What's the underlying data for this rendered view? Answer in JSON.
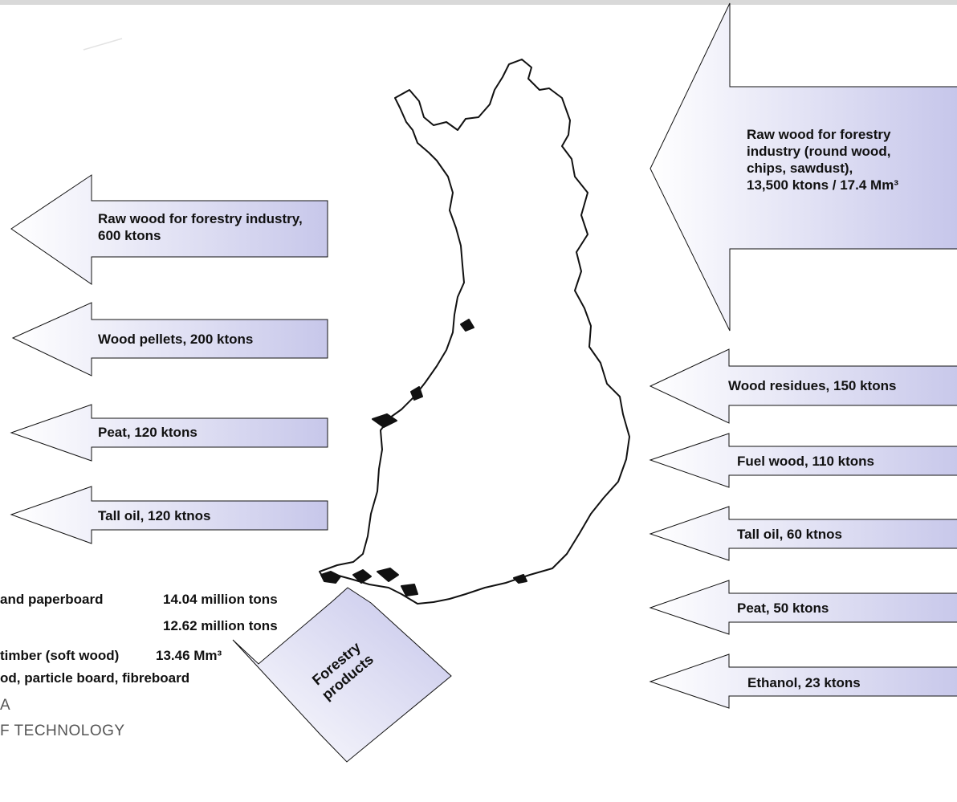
{
  "left_arrows": [
    {
      "label": "Raw wood for forestry industry, 600 ktons"
    },
    {
      "label": "Wood pellets, 200 ktons"
    },
    {
      "label": "Peat, 120 ktons"
    },
    {
      "label": "Tall oil, 120 ktnos"
    }
  ],
  "right_arrows": {
    "big": {
      "line1": "Raw wood for forestry",
      "line2": "industry (round wood,",
      "line3": "chips, sawdust),",
      "line4": "13,500 ktons / 17.4  Mm³"
    },
    "items": [
      {
        "label": "Wood residues, 150 ktons"
      },
      {
        "label": "Fuel wood, 110 ktons"
      },
      {
        "label": "Tall oil, 60 ktnos"
      },
      {
        "label": "Peat, 50 ktons"
      },
      {
        "label": "Ethanol, 23 ktons"
      }
    ]
  },
  "forestry_arrow": {
    "line1": "Forestry",
    "line2": "products"
  },
  "products": [
    {
      "name": "and paperboard",
      "value": "14.04 million tons"
    },
    {
      "name": "",
      "value": "12.62 million tons"
    },
    {
      "name": "timber (soft wood)",
      "value": "13.46 Mm³"
    },
    {
      "name": "od, particle board, fibreboard",
      "value": ""
    }
  ],
  "organization": {
    "line1": "A",
    "line2": "F TECHNOLOGY"
  },
  "colors": {
    "arrow_fill_light": "#ffffff",
    "arrow_fill_dark": "#c7c7ea",
    "outline": "#111111"
  }
}
